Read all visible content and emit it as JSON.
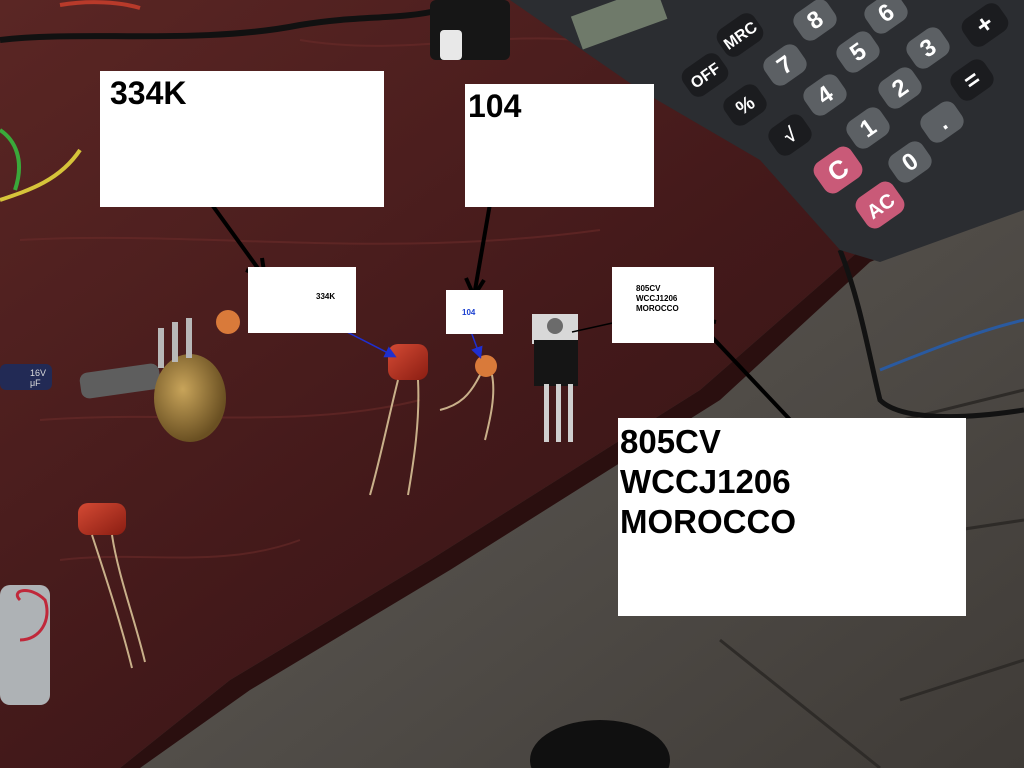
{
  "labels": {
    "large_334k": "334K",
    "large_104": "104",
    "large_805": "805CV\nWCCJ1206\nMOROCCO",
    "small_334k": "334K",
    "small_104": "104",
    "small_805": "805CV\n  WCCJ1206\n  MOROCCO"
  },
  "calculator": {
    "keys": [
      "OFF",
      "MRC",
      "%",
      "√",
      "7",
      "8",
      "4",
      "5",
      "6",
      "1",
      "2",
      "3",
      "0",
      ".",
      "=",
      "+",
      "C",
      "AC"
    ]
  },
  "components": {
    "electrolytic_marking": "16V\nμF"
  },
  "colors": {
    "desk": "#4a1e1c",
    "floor": "#5b5752",
    "calculator_body": "#2b2d31",
    "key_gray": "#5c6064",
    "key_pink": "#c95a78",
    "capacitor_red": "#b8301f",
    "arrow_blue": "#1f2fd0"
  }
}
